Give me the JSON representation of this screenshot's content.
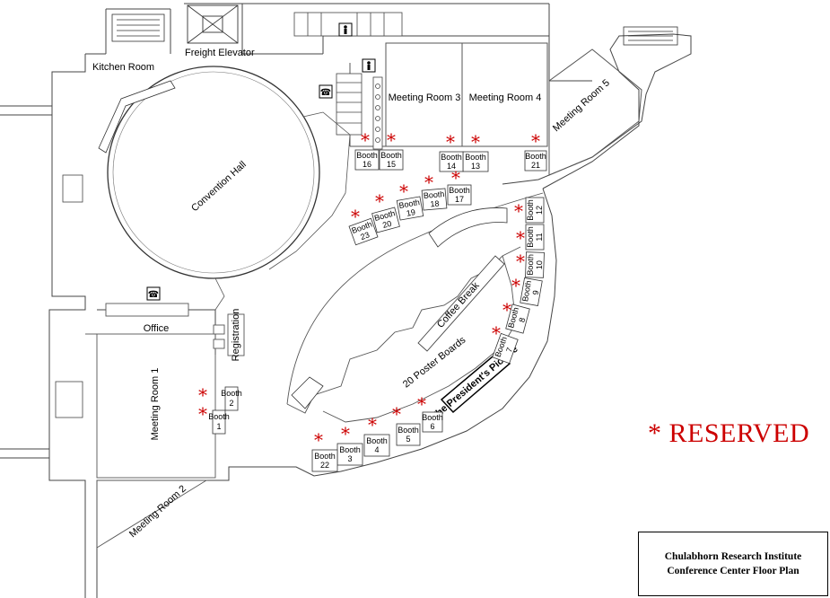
{
  "rooms": {
    "kitchen": "Kitchen Room",
    "freight_elevator": "Freight Elevator",
    "convention_hall": "Convention Hall",
    "meeting_room_1": "Meeting Room 1",
    "meeting_room_2": "Meeting Room 2",
    "meeting_room_3": "Meeting Room 3",
    "meeting_room_4": "Meeting Room 4",
    "meeting_room_5": "Meeting Room 5",
    "office": "Office",
    "registration": "Registration",
    "coffee_break": "Coffee Break",
    "poster_boards": "20 Poster Boards",
    "presidents_picture": "The President's Picture"
  },
  "booth_word": "Booth",
  "booths": [
    "1",
    "2",
    "3",
    "4",
    "5",
    "6",
    "7",
    "8",
    "9",
    "10",
    "11",
    "12",
    "13",
    "14",
    "15",
    "16",
    "17",
    "18",
    "19",
    "20",
    "21",
    "22",
    "23"
  ],
  "reserved_booths": [
    "1",
    "2",
    "3",
    "4",
    "5",
    "6",
    "7",
    "8",
    "9",
    "10",
    "11",
    "12",
    "13",
    "14",
    "15",
    "16",
    "17",
    "18",
    "19",
    "20",
    "21",
    "22",
    "23"
  ],
  "reserved_marker": "*",
  "legend": {
    "marker": "*",
    "text": "RESERVED",
    "color": "#cc0000"
  },
  "title_block": {
    "line1": "Chulabhorn Research Institute",
    "line2": "Conference Center Floor Plan"
  },
  "icons": [
    "phone-icon",
    "restroom-icon",
    "escalator-icon",
    "elevator-icon"
  ]
}
